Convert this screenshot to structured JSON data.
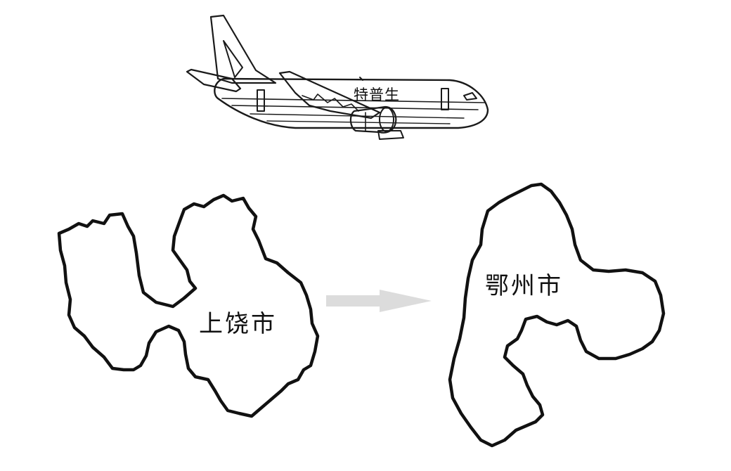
{
  "airplane": {
    "label": "特普生"
  },
  "origin": {
    "label": "上饶市"
  },
  "destination": {
    "label": "鄂州市"
  },
  "arrow": {
    "color": "#d9d9d9"
  },
  "outline_color": "#111111",
  "icons": [
    "airplane-icon",
    "arrow-right-icon"
  ]
}
